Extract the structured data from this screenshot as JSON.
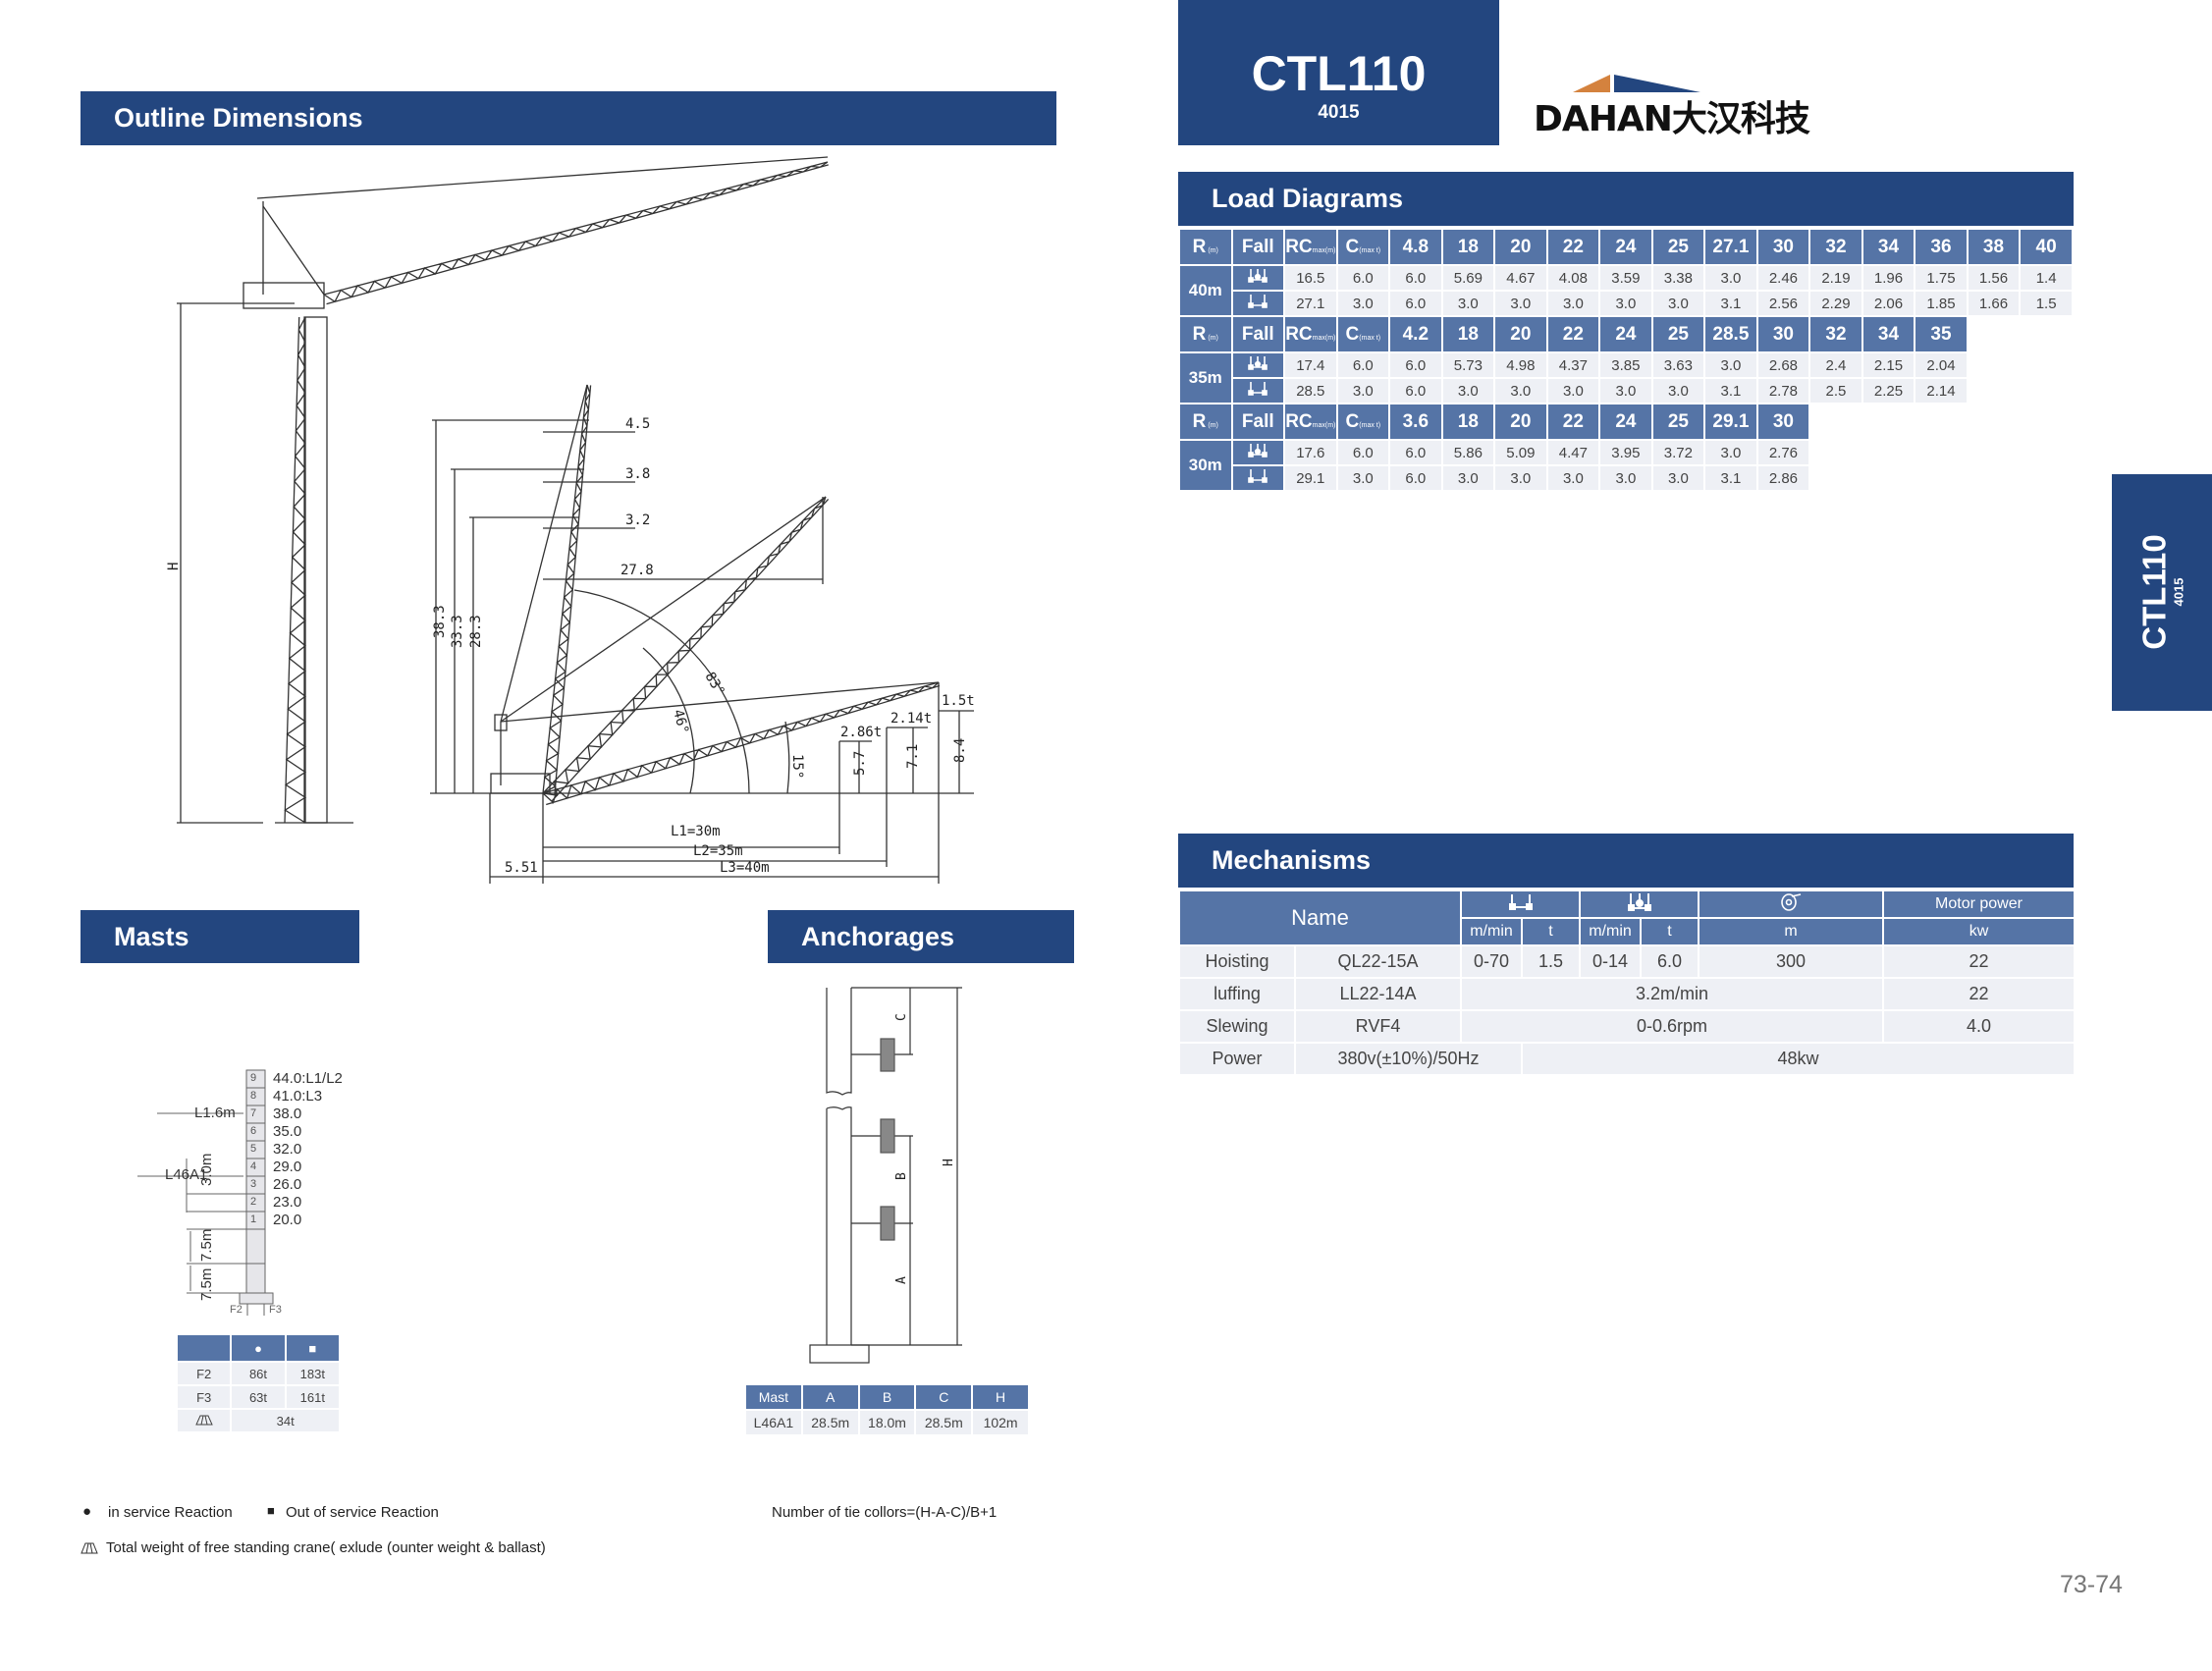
{
  "header": {
    "model": "CTL110",
    "subtitle": "4015",
    "brand": "DAHAN大汉科技",
    "brand_colors": {
      "orange": "#d4823e",
      "blue": "#23467f"
    }
  },
  "side_tab": {
    "model": "CTL110",
    "subtitle": "4015"
  },
  "sections": {
    "outline": "Outline Dimensions",
    "load": "Load Diagrams",
    "mechanisms": "Mechanisms",
    "masts": "Masts",
    "anchorages": "Anchorages"
  },
  "outline_drawing": {
    "tower_height_label": "H",
    "heights": [
      "38.3",
      "33.3",
      "28.3"
    ],
    "radii": [
      "4.5",
      "3.8",
      "3.2",
      "27.8"
    ],
    "angles": [
      "83°",
      "46°",
      "15°"
    ],
    "tip_loads": [
      "2.86t",
      "2.14t",
      "1.5t"
    ],
    "tip_heights": [
      "5.7",
      "7.1",
      "8.4"
    ],
    "jib_lengths": [
      "L1=30m",
      "L2=35m",
      "L3=40m"
    ],
    "tail": "5.51"
  },
  "load_diagrams": {
    "col_labels": {
      "r": "R",
      "r_unit": "(m)",
      "fall": "Fall",
      "rc": "RC",
      "rc_unit": "max(m)",
      "c": "C",
      "c_unit": "(max t)"
    },
    "sections": [
      {
        "jib": "40m",
        "radii": [
          "4.8",
          "18",
          "20",
          "22",
          "24",
          "25",
          "27.1",
          "30",
          "32",
          "34",
          "36",
          "38",
          "40"
        ],
        "rows": [
          {
            "fall_icon": "four-fall-icon",
            "rc": "16.5",
            "c": "6.0",
            "values": [
              "6.0",
              "5.69",
              "4.67",
              "4.08",
              "3.59",
              "3.38",
              "3.0",
              "2.46",
              "2.19",
              "1.96",
              "1.75",
              "1.56",
              "1.4"
            ]
          },
          {
            "fall_icon": "two-fall-icon",
            "rc": "27.1",
            "c": "3.0",
            "values": [
              "6.0",
              "3.0",
              "3.0",
              "3.0",
              "3.0",
              "3.0",
              "3.1",
              "2.56",
              "2.29",
              "2.06",
              "1.85",
              "1.66",
              "1.5"
            ]
          }
        ]
      },
      {
        "jib": "35m",
        "radii": [
          "4.2",
          "18",
          "20",
          "22",
          "24",
          "25",
          "28.5",
          "30",
          "32",
          "34",
          "35"
        ],
        "rows": [
          {
            "fall_icon": "four-fall-icon",
            "rc": "17.4",
            "c": "6.0",
            "values": [
              "6.0",
              "5.73",
              "4.98",
              "4.37",
              "3.85",
              "3.63",
              "3.0",
              "2.68",
              "2.4",
              "2.15",
              "2.04"
            ]
          },
          {
            "fall_icon": "two-fall-icon",
            "rc": "28.5",
            "c": "3.0",
            "values": [
              "6.0",
              "3.0",
              "3.0",
              "3.0",
              "3.0",
              "3.0",
              "3.1",
              "2.78",
              "2.5",
              "2.25",
              "2.14"
            ]
          }
        ]
      },
      {
        "jib": "30m",
        "radii": [
          "3.6",
          "18",
          "20",
          "22",
          "24",
          "25",
          "29.1",
          "30"
        ],
        "rows": [
          {
            "fall_icon": "four-fall-icon",
            "rc": "17.6",
            "c": "6.0",
            "values": [
              "6.0",
              "5.86",
              "5.09",
              "4.47",
              "3.95",
              "3.72",
              "3.0",
              "2.76"
            ]
          },
          {
            "fall_icon": "two-fall-icon",
            "rc": "29.1",
            "c": "3.0",
            "values": [
              "6.0",
              "3.0",
              "3.0",
              "3.0",
              "3.0",
              "3.0",
              "3.1",
              "2.86"
            ]
          }
        ]
      }
    ]
  },
  "mechanisms": {
    "name_header": "Name",
    "motor_header": "Motor power",
    "units": [
      "m/min",
      "t",
      "m/min",
      "t",
      "m",
      "kw"
    ],
    "rows": [
      {
        "name": "Hoisting",
        "model": "QL22-15A",
        "speed2": "0-70",
        "load2": "1.5",
        "speed4": "0-14",
        "load4": "6.0",
        "rope": "300",
        "power": "22"
      },
      {
        "name": "luffing",
        "model": "LL22-14A",
        "spec": "3.2m/min",
        "power": "22"
      },
      {
        "name": "Slewing",
        "model": "RVF4",
        "spec": "0-0.6rpm",
        "power": "4.0"
      },
      {
        "name": "Power",
        "model": "380v(±10%)/50Hz",
        "spec": "48kw"
      }
    ]
  },
  "masts": {
    "sections": [
      {
        "n": "9",
        "h": "44.0:L1/L2"
      },
      {
        "n": "8",
        "h": "41.0:L3"
      },
      {
        "n": "7",
        "h": "38.0"
      },
      {
        "n": "6",
        "h": "35.0"
      },
      {
        "n": "5",
        "h": "32.0"
      },
      {
        "n": "4",
        "h": "29.0"
      },
      {
        "n": "3",
        "h": "26.0"
      },
      {
        "n": "2",
        "h": "23.0"
      },
      {
        "n": "1",
        "h": "20.0"
      }
    ],
    "labels": {
      "l16": "L1.6m",
      "l46": "L46A1",
      "d30": "3.0m",
      "d75a": "7.5m",
      "d75b": "7.5m",
      "f2": "F2",
      "f3": "F3"
    },
    "reactions": {
      "rows": [
        {
          "label": "F2",
          "in_service": "86t",
          "out_service": "183t"
        },
        {
          "label": "F3",
          "in_service": "63t",
          "out_service": "161t"
        }
      ],
      "total_weight": "34t"
    }
  },
  "anchorages": {
    "labels": {
      "a": "A",
      "b": "B",
      "c": "C",
      "h": "H"
    },
    "headers": [
      "Mast",
      "A",
      "B",
      "C",
      "H"
    ],
    "row": [
      "L46A1",
      "28.5m",
      "18.0m",
      "28.5m",
      "102m"
    ]
  },
  "footnotes": {
    "in_service": "in service Reaction",
    "out_service": "Out of service Reaction",
    "tie_formula": "Number of tie collors=(H-A-C)/B+1",
    "total_weight": "Total weight of free standing crane( exlude (ounter weight & ballast)"
  },
  "page_number": "73-74"
}
